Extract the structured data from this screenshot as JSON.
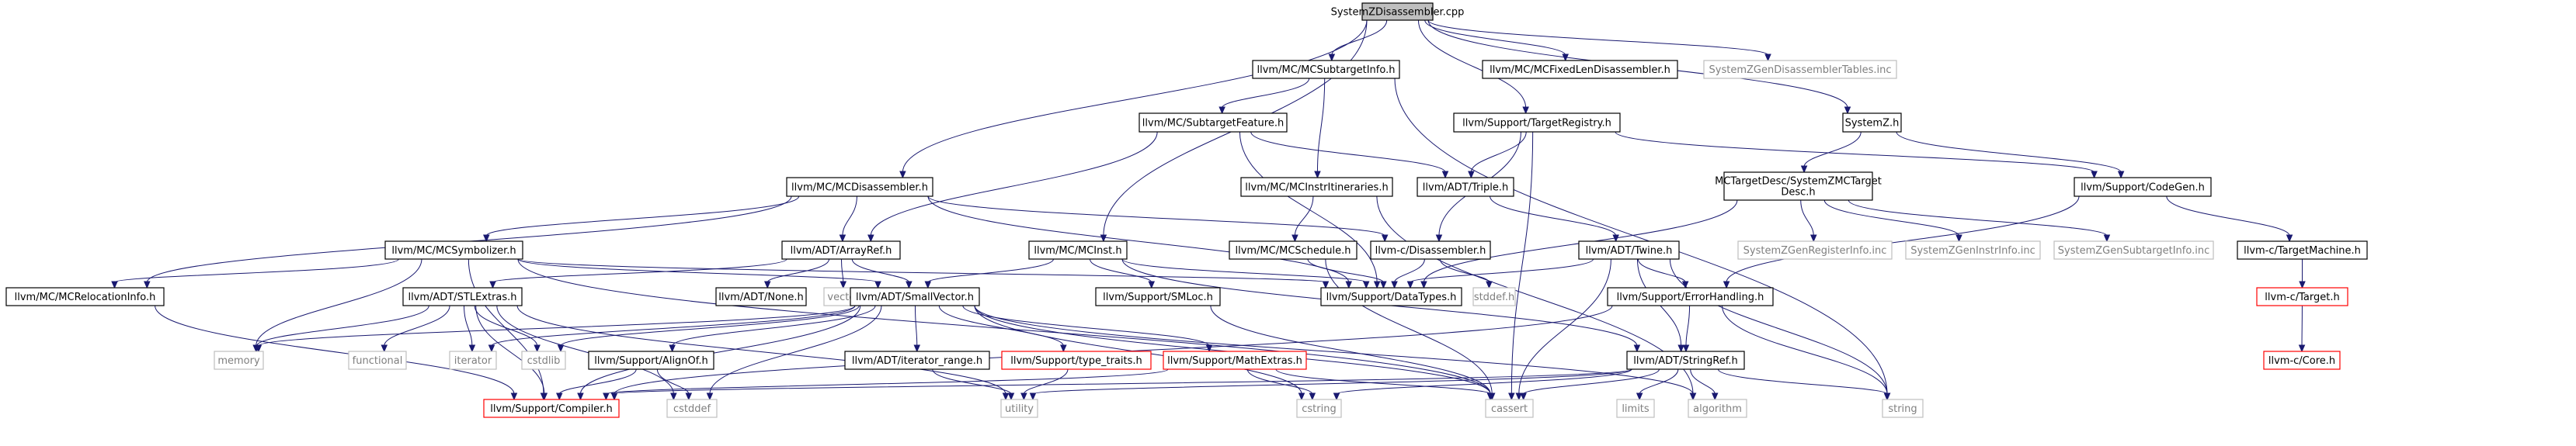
{
  "colors": {
    "edge": "#191970",
    "node_border": "#000000",
    "missing_border": "#ff0000",
    "std_border": "#bfbfbf",
    "std_text": "#7f7f7f",
    "root_fill": "#bfbfbf"
  },
  "nodes": [
    {
      "id": "root",
      "label": "SystemZDisassembler.cpp",
      "kind": "root"
    },
    {
      "id": "mcsubtargetinfo",
      "label": "llvm/MC/MCSubtargetInfo.h",
      "kind": "normal"
    },
    {
      "id": "mcfixedlen",
      "label": "llvm/MC/MCFixedLenDisassembler.h",
      "kind": "normal"
    },
    {
      "id": "genDisasmTables",
      "label": "SystemZGenDisassemblerTables.inc",
      "kind": "std"
    },
    {
      "id": "subtargetfeature",
      "label": "llvm/MC/SubtargetFeature.h",
      "kind": "normal"
    },
    {
      "id": "targetregistry",
      "label": "llvm/Support/TargetRegistry.h",
      "kind": "normal"
    },
    {
      "id": "systemzh",
      "label": "SystemZ.h",
      "kind": "normal"
    },
    {
      "id": "mcdisassembler",
      "label": "llvm/MC/MCDisassembler.h",
      "kind": "normal"
    },
    {
      "id": "mcinstrit",
      "label": "llvm/MC/MCInstrItineraries.h",
      "kind": "normal"
    },
    {
      "id": "triple",
      "label": "llvm/ADT/Triple.h",
      "kind": "normal"
    },
    {
      "id": "mctargetdesc",
      "label": "MCTargetDesc/SystemZMCTarget\nDesc.h",
      "kind": "normal"
    },
    {
      "id": "codegen",
      "label": "llvm/Support/CodeGen.h",
      "kind": "normal"
    },
    {
      "id": "mcsymbolizer",
      "label": "llvm/MC/MCSymbolizer.h",
      "kind": "normal"
    },
    {
      "id": "arrayref",
      "label": "llvm/ADT/ArrayRef.h",
      "kind": "normal"
    },
    {
      "id": "mcinst",
      "label": "llvm/MC/MCInst.h",
      "kind": "normal"
    },
    {
      "id": "mcschedule",
      "label": "llvm/MC/MCSchedule.h",
      "kind": "normal"
    },
    {
      "id": "cdisasm",
      "label": "llvm-c/Disassembler.h",
      "kind": "normal"
    },
    {
      "id": "twine",
      "label": "llvm/ADT/Twine.h",
      "kind": "normal"
    },
    {
      "id": "genRegInfo",
      "label": "SystemZGenRegisterInfo.inc",
      "kind": "std"
    },
    {
      "id": "genInstrInfo",
      "label": "SystemZGenInstrInfo.inc",
      "kind": "std"
    },
    {
      "id": "genSubtargetInfo",
      "label": "SystemZGenSubtargetInfo.inc",
      "kind": "std"
    },
    {
      "id": "ctargetmachine",
      "label": "llvm-c/TargetMachine.h",
      "kind": "normal"
    },
    {
      "id": "mcrelocinfo",
      "label": "llvm/MC/MCRelocationInfo.h",
      "kind": "normal"
    },
    {
      "id": "stlextras",
      "label": "llvm/ADT/STLExtras.h",
      "kind": "normal"
    },
    {
      "id": "none",
      "label": "llvm/ADT/None.h",
      "kind": "normal"
    },
    {
      "id": "vector",
      "label": "vector",
      "kind": "std"
    },
    {
      "id": "smallvector",
      "label": "llvm/ADT/SmallVector.h",
      "kind": "normal"
    },
    {
      "id": "smloc",
      "label": "llvm/Support/SMLoc.h",
      "kind": "normal"
    },
    {
      "id": "datatypes",
      "label": "llvm/Support/DataTypes.h",
      "kind": "normal"
    },
    {
      "id": "stddefh",
      "label": "stddef.h",
      "kind": "std"
    },
    {
      "id": "errorhandling",
      "label": "llvm/Support/ErrorHandling.h",
      "kind": "normal"
    },
    {
      "id": "ctarget",
      "label": "llvm-c/Target.h",
      "kind": "missing"
    },
    {
      "id": "memory",
      "label": "memory",
      "kind": "std"
    },
    {
      "id": "functional",
      "label": "functional",
      "kind": "std"
    },
    {
      "id": "iterator",
      "label": "iterator",
      "kind": "std"
    },
    {
      "id": "cstdlib",
      "label": "cstdlib",
      "kind": "std"
    },
    {
      "id": "alignof",
      "label": "llvm/Support/AlignOf.h",
      "kind": "normal"
    },
    {
      "id": "iterrange",
      "label": "llvm/ADT/iterator_range.h",
      "kind": "normal"
    },
    {
      "id": "typetraits",
      "label": "llvm/Support/type_traits.h",
      "kind": "missing"
    },
    {
      "id": "mathextras",
      "label": "llvm/Support/MathExtras.h",
      "kind": "missing"
    },
    {
      "id": "stringref",
      "label": "llvm/ADT/StringRef.h",
      "kind": "normal"
    },
    {
      "id": "ccore",
      "label": "llvm-c/Core.h",
      "kind": "missing"
    },
    {
      "id": "compiler",
      "label": "llvm/Support/Compiler.h",
      "kind": "missing"
    },
    {
      "id": "cstddef",
      "label": "cstddef",
      "kind": "std"
    },
    {
      "id": "utility",
      "label": "utility",
      "kind": "std"
    },
    {
      "id": "cstring",
      "label": "cstring",
      "kind": "std"
    },
    {
      "id": "cassert",
      "label": "cassert",
      "kind": "std"
    },
    {
      "id": "limits",
      "label": "limits",
      "kind": "std"
    },
    {
      "id": "algorithm",
      "label": "algorithm",
      "kind": "std"
    },
    {
      "id": "string",
      "label": "string",
      "kind": "std"
    }
  ],
  "edges": [
    [
      "root",
      "mcsubtargetinfo"
    ],
    [
      "root",
      "mcfixedlen"
    ],
    [
      "root",
      "genDisasmTables"
    ],
    [
      "root",
      "targetregistry"
    ],
    [
      "root",
      "systemzh"
    ],
    [
      "root",
      "mcdisassembler"
    ],
    [
      "root",
      "mcinst"
    ],
    [
      "mcsubtargetinfo",
      "subtargetfeature"
    ],
    [
      "mcsubtargetinfo",
      "mcinstrit"
    ],
    [
      "mcsubtargetinfo",
      "string"
    ],
    [
      "subtargetfeature",
      "arrayref"
    ],
    [
      "subtargetfeature",
      "triple"
    ],
    [
      "subtargetfeature",
      "datatypes"
    ],
    [
      "targetregistry",
      "triple"
    ],
    [
      "targetregistry",
      "cdisasm"
    ],
    [
      "targetregistry",
      "codegen"
    ],
    [
      "targetregistry",
      "cassert"
    ],
    [
      "systemzh",
      "mctargetdesc"
    ],
    [
      "systemzh",
      "codegen"
    ],
    [
      "mcdisassembler",
      "arrayref"
    ],
    [
      "mcdisassembler",
      "datatypes"
    ],
    [
      "mcdisassembler",
      "cdisasm"
    ],
    [
      "mcdisassembler",
      "mcsymbolizer"
    ],
    [
      "mcdisassembler",
      "mcrelocinfo"
    ],
    [
      "mcinstrit",
      "mcschedule"
    ],
    [
      "mcinstrit",
      "algorithm"
    ],
    [
      "triple",
      "twine"
    ],
    [
      "mctargetdesc",
      "genRegInfo"
    ],
    [
      "mctargetdesc",
      "genInstrInfo"
    ],
    [
      "mctargetdesc",
      "genSubtargetInfo"
    ],
    [
      "mctargetdesc",
      "datatypes"
    ],
    [
      "codegen",
      "ctargetmachine"
    ],
    [
      "codegen",
      "errorhandling"
    ],
    [
      "mcsymbolizer",
      "mcrelocinfo"
    ],
    [
      "mcsymbolizer",
      "smallvector"
    ],
    [
      "mcsymbolizer",
      "memory"
    ],
    [
      "mcsymbolizer",
      "datatypes"
    ],
    [
      "mcsymbolizer",
      "cassert"
    ],
    [
      "mcsymbolizer",
      "compiler"
    ],
    [
      "arrayref",
      "none"
    ],
    [
      "arrayref",
      "smallvector"
    ],
    [
      "arrayref",
      "vector"
    ],
    [
      "arrayref",
      "stlextras"
    ],
    [
      "mcinst",
      "smallvector"
    ],
    [
      "mcinst",
      "smloc"
    ],
    [
      "mcinst",
      "datatypes"
    ],
    [
      "mcinst",
      "stringref"
    ],
    [
      "mcschedule",
      "datatypes"
    ],
    [
      "mcschedule",
      "cassert"
    ],
    [
      "cdisasm",
      "datatypes"
    ],
    [
      "cdisasm",
      "stddefh"
    ],
    [
      "twine",
      "datatypes"
    ],
    [
      "twine",
      "errorhandling"
    ],
    [
      "twine",
      "stringref"
    ],
    [
      "twine",
      "cassert"
    ],
    [
      "twine",
      "string"
    ],
    [
      "ctargetmachine",
      "ctarget"
    ],
    [
      "ctarget",
      "ccore"
    ],
    [
      "mcrelocinfo",
      "compiler"
    ],
    [
      "stlextras",
      "memory"
    ],
    [
      "stlextras",
      "functional"
    ],
    [
      "stlextras",
      "iterator"
    ],
    [
      "stlextras",
      "cstdlib"
    ],
    [
      "stlextras",
      "cstddef"
    ],
    [
      "stlextras",
      "utility"
    ],
    [
      "stlextras",
      "compiler"
    ],
    [
      "smallvector",
      "alignof"
    ],
    [
      "smallvector",
      "iterrange"
    ],
    [
      "smallvector",
      "typetraits"
    ],
    [
      "smallvector",
      "mathextras"
    ],
    [
      "smallvector",
      "memory"
    ],
    [
      "smallvector",
      "iterator"
    ],
    [
      "smallvector",
      "cstdlib"
    ],
    [
      "smallvector",
      "cstddef"
    ],
    [
      "smallvector",
      "cstring"
    ],
    [
      "smallvector",
      "cassert"
    ],
    [
      "smallvector",
      "algorithm"
    ],
    [
      "smallvector",
      "compiler"
    ],
    [
      "smloc",
      "cassert"
    ],
    [
      "errorhandling",
      "stringref"
    ],
    [
      "errorhandling",
      "compiler"
    ],
    [
      "errorhandling",
      "string"
    ],
    [
      "alignof",
      "compiler"
    ],
    [
      "alignof",
      "cstddef"
    ],
    [
      "iterrange",
      "utility"
    ],
    [
      "typetraits",
      "utility"
    ],
    [
      "mathextras",
      "compiler"
    ],
    [
      "mathextras",
      "cstring"
    ],
    [
      "mathextras",
      "cassert"
    ],
    [
      "stringref",
      "compiler"
    ],
    [
      "stringref",
      "algorithm"
    ],
    [
      "stringref",
      "cassert"
    ],
    [
      "stringref",
      "cstring"
    ],
    [
      "stringref",
      "limits"
    ],
    [
      "stringref",
      "string"
    ],
    [
      "stringref",
      "utility"
    ]
  ]
}
